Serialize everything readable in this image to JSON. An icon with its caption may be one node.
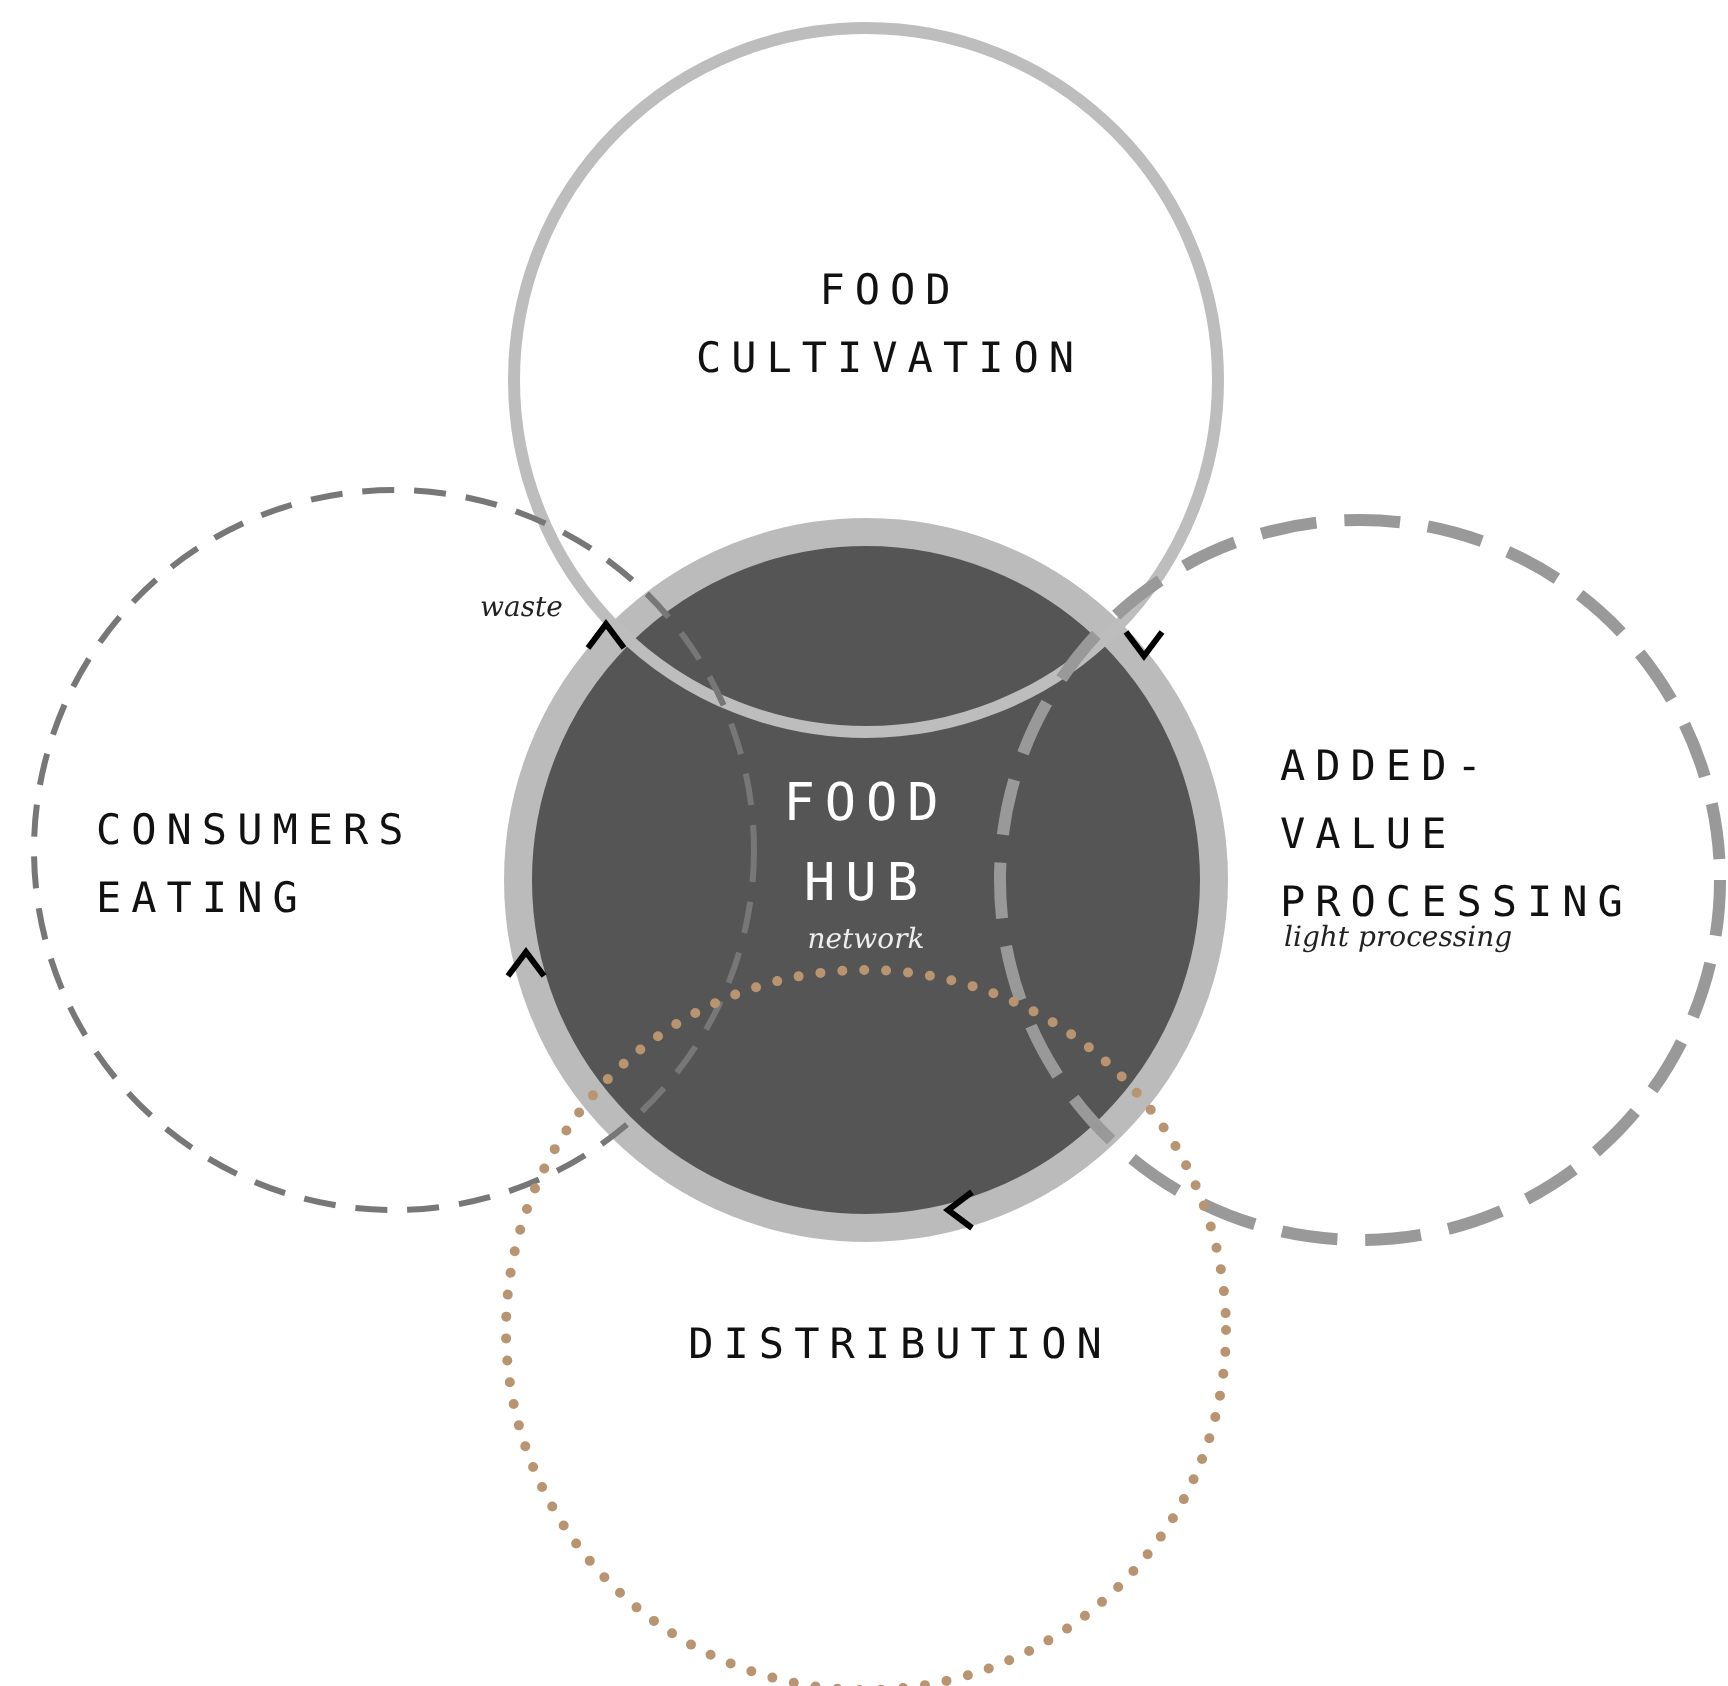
{
  "diagram": {
    "nodes": [
      {
        "text": [
          "FOOD CULTIVATION"
        ]
      },
      {
        "text": [
          "CONSUMERS EATING"
        ]
      },
      {
        "text": [
          "FOOD HUB",
          "network"
        ]
      },
      {
        "text": [
          "ADDED- VALUE PROCESSING",
          "light processing"
        ]
      },
      {
        "text": [
          "DISTRIBUTION"
        ]
      }
    ],
    "edges": [],
    "labels": [
      "waste"
    ]
  }
}
